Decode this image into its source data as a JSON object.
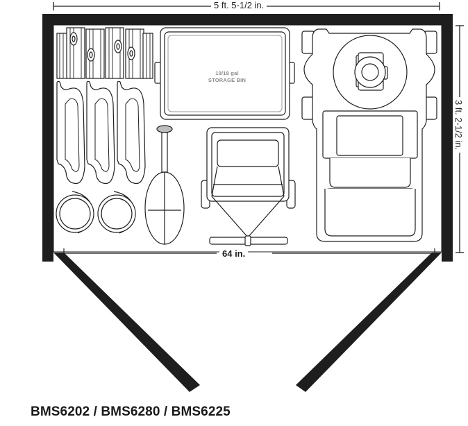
{
  "diagram": {
    "type": "shed floor plan",
    "colors": {
      "wall": "#1e1e1e",
      "line": "#1e1e1e",
      "background": "#ffffff",
      "label_gray": "#8a8a8a"
    },
    "dimensions": {
      "width_label": "5 ft. 5-1/2 in.",
      "depth_label": "3 ft. 2-1/2 in.",
      "door_opening_label": "64 in."
    },
    "items": [
      {
        "name": "firewood-logs",
        "label": ""
      },
      {
        "name": "storage-bin",
        "label_line1": "10/18 gal",
        "label_line2": "STORAGE BIN"
      },
      {
        "name": "lawn-mower",
        "label": ""
      },
      {
        "name": "shovels",
        "count": 3,
        "label": ""
      },
      {
        "name": "paint-cans",
        "count": 2,
        "label": ""
      },
      {
        "name": "paddle",
        "label": ""
      },
      {
        "name": "wheelbarrow",
        "label": ""
      }
    ],
    "caption": "BMS6202 / BMS6280 / BMS6225"
  }
}
